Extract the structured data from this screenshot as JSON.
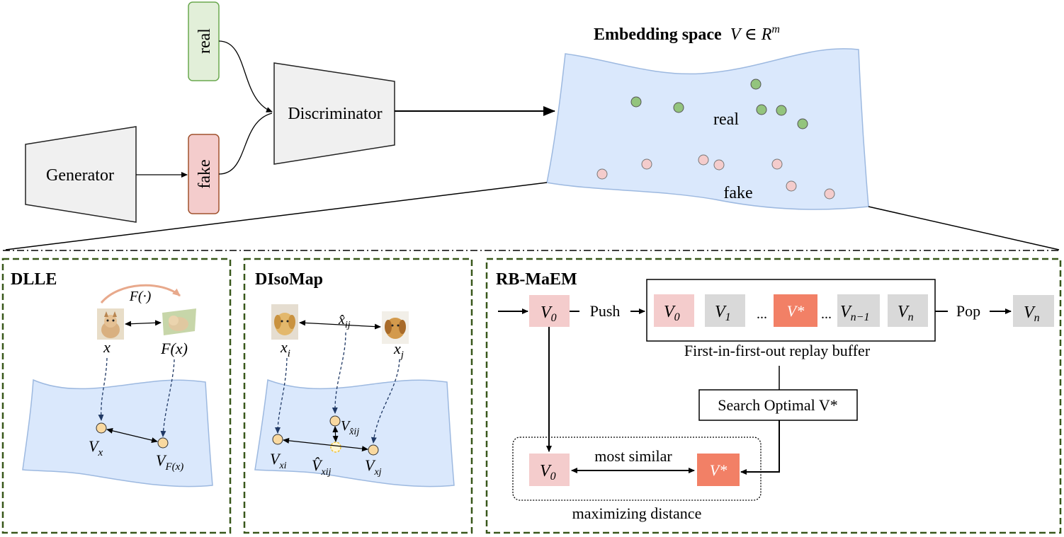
{
  "top": {
    "real_label": "real",
    "fake_label": "fake",
    "generator_label": "Generator",
    "discriminator_label": "Discriminator",
    "embedding_title": "Embedding space",
    "embedding_math": "V ∈ R",
    "embedding_sup": "m",
    "space_real_label": "real",
    "space_fake_label": "fake"
  },
  "dlle": {
    "title": "DLLE",
    "func_label": "F(·)",
    "x_label": "x",
    "fx_label": "F(x)",
    "vx_main": "V",
    "vx_sub": "x",
    "vfx_main": "V",
    "vfx_sub": "F(x)"
  },
  "disomap": {
    "title": "DIsoMap",
    "xi_main": "x",
    "xi_sub": "i",
    "xj_main": "x",
    "xj_sub": "j",
    "xhat_main": "x̂",
    "xhat_sub": "ij",
    "vxhat_main": "V",
    "vxhat_sub": "x̂ij",
    "vxi_main": "V",
    "vxi_sub": "xi",
    "vxj_main": "V",
    "vxj_sub": "xj",
    "vhat_main": "V̂",
    "vhat_sub": "xij"
  },
  "rbmaem": {
    "title": "RB-MaEM",
    "v0_main": "V",
    "v0_sub": "0",
    "push_label": "Push",
    "pop_label": "Pop",
    "buffer": {
      "v0_main": "V",
      "v0_sub": "0",
      "v1_main": "V",
      "v1_sub": "1",
      "dots1": "...",
      "vstar": "V*",
      "dots2": "...",
      "vn1_main": "V",
      "vn1_sub": "n−1",
      "vn_main": "V",
      "vn_sub": "n"
    },
    "out_main": "V",
    "out_sub": "n",
    "buffer_caption": "First-in-first-out replay buffer",
    "search_label": "Search Optimal V*",
    "most_similar_label": "most similar",
    "bottom_v0_main": "V",
    "bottom_v0_sub": "0",
    "bottom_vstar": "V*",
    "maximizing_label": "maximizing distance"
  },
  "colors": {
    "real_fill": "#e2efd9",
    "real_stroke": "#6aa84f",
    "fake_fill": "#f4cccc",
    "fake_stroke": "#a0522d",
    "box_gray": "#f0f0f0",
    "space_blue": "#dae8fc",
    "space_stroke": "#9db9e0",
    "green_dot": "#93c47d",
    "pink_dot": "#f4cccc",
    "dashed_green": "#38571a",
    "pink_cell": "#f4cccc",
    "salmon_cell": "#f28066",
    "gray_cell": "#d9d9d9",
    "node_yellow": "#f9d9a0",
    "navy": "#1f3864"
  }
}
